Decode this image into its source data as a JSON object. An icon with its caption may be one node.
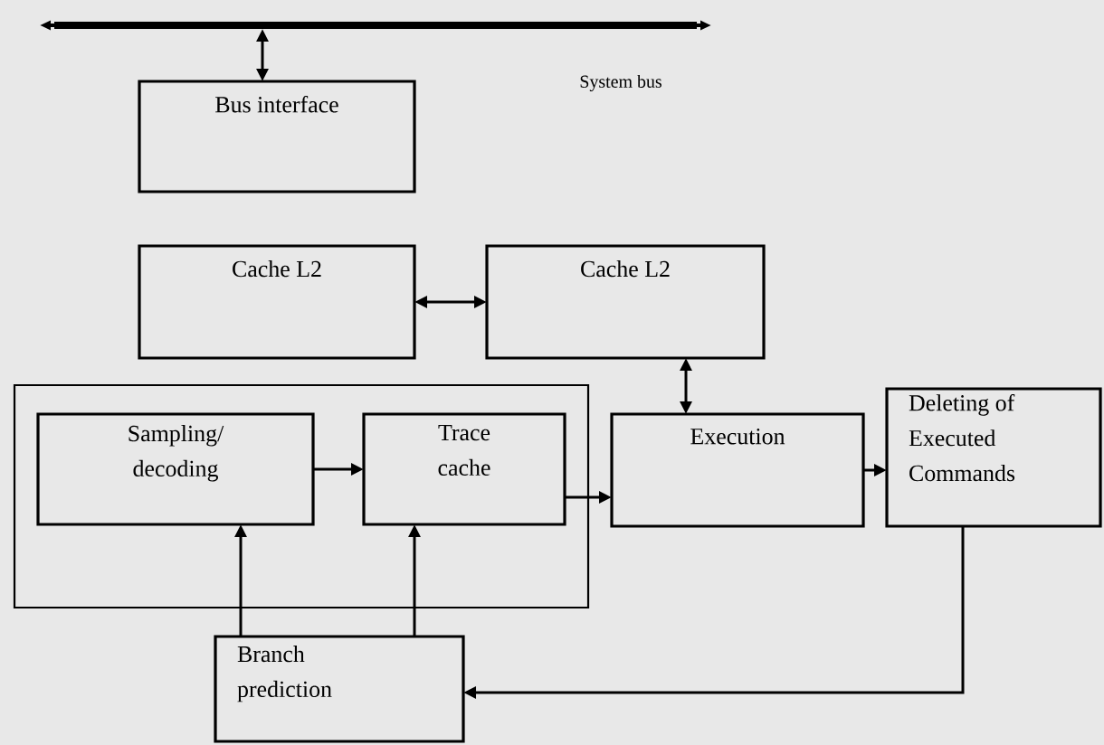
{
  "diagram": {
    "nodes": [
      {
        "text": [],
        "shape": "bar",
        "beside": [
          "System bus"
        ]
      },
      {
        "text": [
          "Bus interface"
        ]
      },
      {
        "text": [
          "Cache L2"
        ]
      },
      {
        "text": [
          "Cache L2"
        ]
      },
      {
        "text": [],
        "shape": "box"
      },
      {
        "text": [
          "Sampling/ decoding"
        ],
        "in": 4
      },
      {
        "text": [
          "Trace cache"
        ],
        "in": 4
      },
      {
        "text": [
          "Execution"
        ]
      },
      {
        "text": [
          "Deleting of Executed Commands"
        ]
      },
      {
        "text": [
          "Branch prediction"
        ]
      }
    ],
    "edges": [
      {
        "from": 0,
        "to": 1,
        "arrow": "both"
      },
      {
        "from": 2,
        "to": 3,
        "arrow": "both"
      },
      {
        "from": 3,
        "to": 7,
        "arrow": "both"
      },
      {
        "from": 5,
        "to": 6,
        "arrow": "to"
      },
      {
        "from": 6,
        "to": 7,
        "arrow": "to"
      },
      {
        "from": 7,
        "to": 8,
        "arrow": "to"
      },
      {
        "from": 9,
        "to": 5,
        "arrow": "to"
      },
      {
        "from": 9,
        "to": 6,
        "arrow": "to"
      },
      {
        "from": 8,
        "to": 9,
        "arrow": "to"
      }
    ]
  }
}
